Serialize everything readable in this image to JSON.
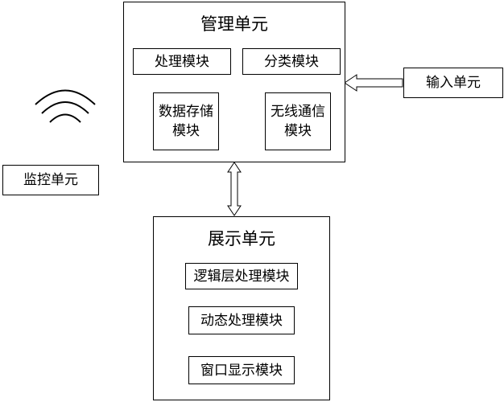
{
  "management_unit": {
    "title": "管理单元",
    "modules": {
      "processing": "处理模块",
      "classification": "分类模块",
      "data_storage": "数据存储\n模块",
      "wireless_comm": "无线通信\n模块"
    }
  },
  "input_unit": {
    "label": "输入单元"
  },
  "monitor_unit": {
    "label": "监控单元"
  },
  "display_unit": {
    "title": "展示单元",
    "modules": {
      "logic_layer": "逻辑层处理模块",
      "dynamic_processing": "动态处理模块",
      "window_display": "窗口显示模块"
    }
  },
  "icons": {
    "wireless": "wifi-signal-icon"
  }
}
